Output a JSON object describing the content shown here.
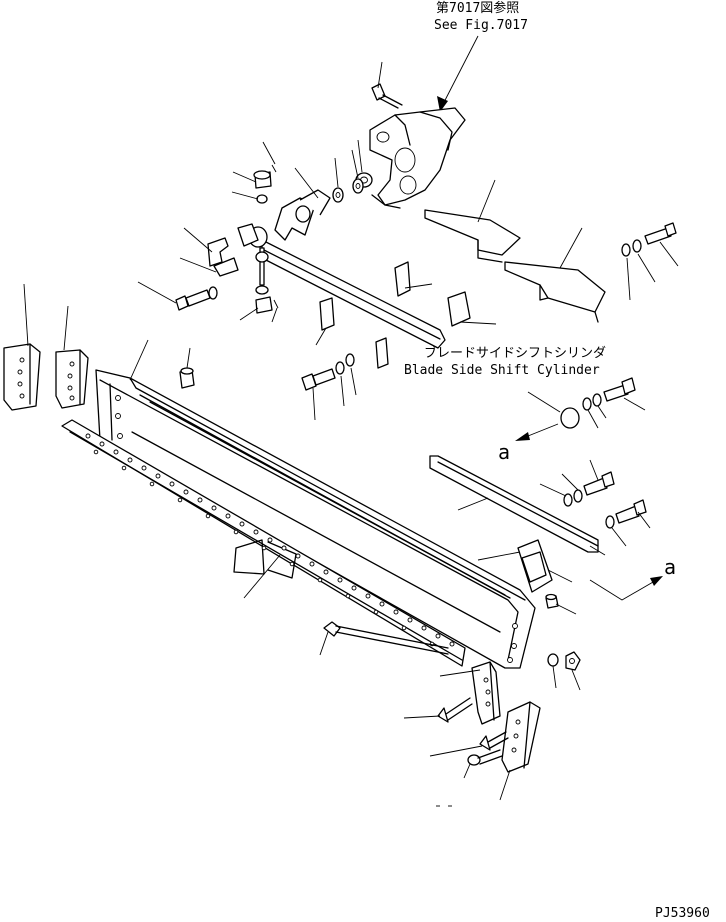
{
  "reference": {
    "jp": "第7017図参照",
    "en": "See Fig.7017"
  },
  "cylinder": {
    "jp": "ブレードサイドシフトシリンダ",
    "en": "Blade Side Shift Cylinder"
  },
  "view_marker_1": "a",
  "view_marker_2": "a",
  "drawing_code": "PJ53960"
}
